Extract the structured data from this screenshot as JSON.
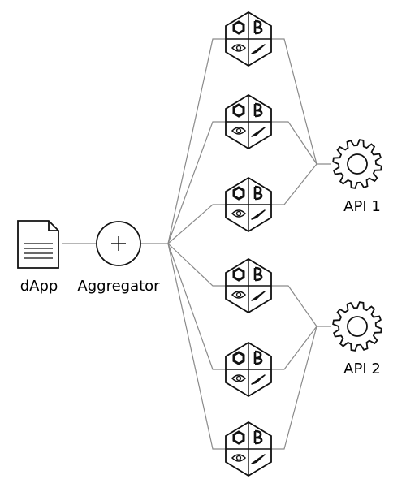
{
  "diagram": {
    "dapp": {
      "label": "dApp"
    },
    "aggregator": {
      "label": "Aggregator"
    },
    "apis": [
      {
        "label": "API 1"
      },
      {
        "label": "API 2"
      }
    ],
    "nodes": [
      {
        "id": "node-1",
        "icons": [
          "hexagon",
          "bond",
          "eye",
          "swoosh"
        ]
      },
      {
        "id": "node-2",
        "icons": [
          "hexagon",
          "bond",
          "eye",
          "swoosh"
        ]
      },
      {
        "id": "node-3",
        "icons": [
          "hexagon",
          "bond",
          "eye",
          "swoosh"
        ]
      },
      {
        "id": "node-4",
        "icons": [
          "hexagon",
          "bond",
          "eye",
          "swoosh"
        ]
      },
      {
        "id": "node-5",
        "icons": [
          "hexagon",
          "bond",
          "eye",
          "swoosh"
        ]
      },
      {
        "id": "node-6",
        "icons": [
          "hexagon",
          "bond",
          "eye",
          "swoosh"
        ]
      }
    ]
  }
}
